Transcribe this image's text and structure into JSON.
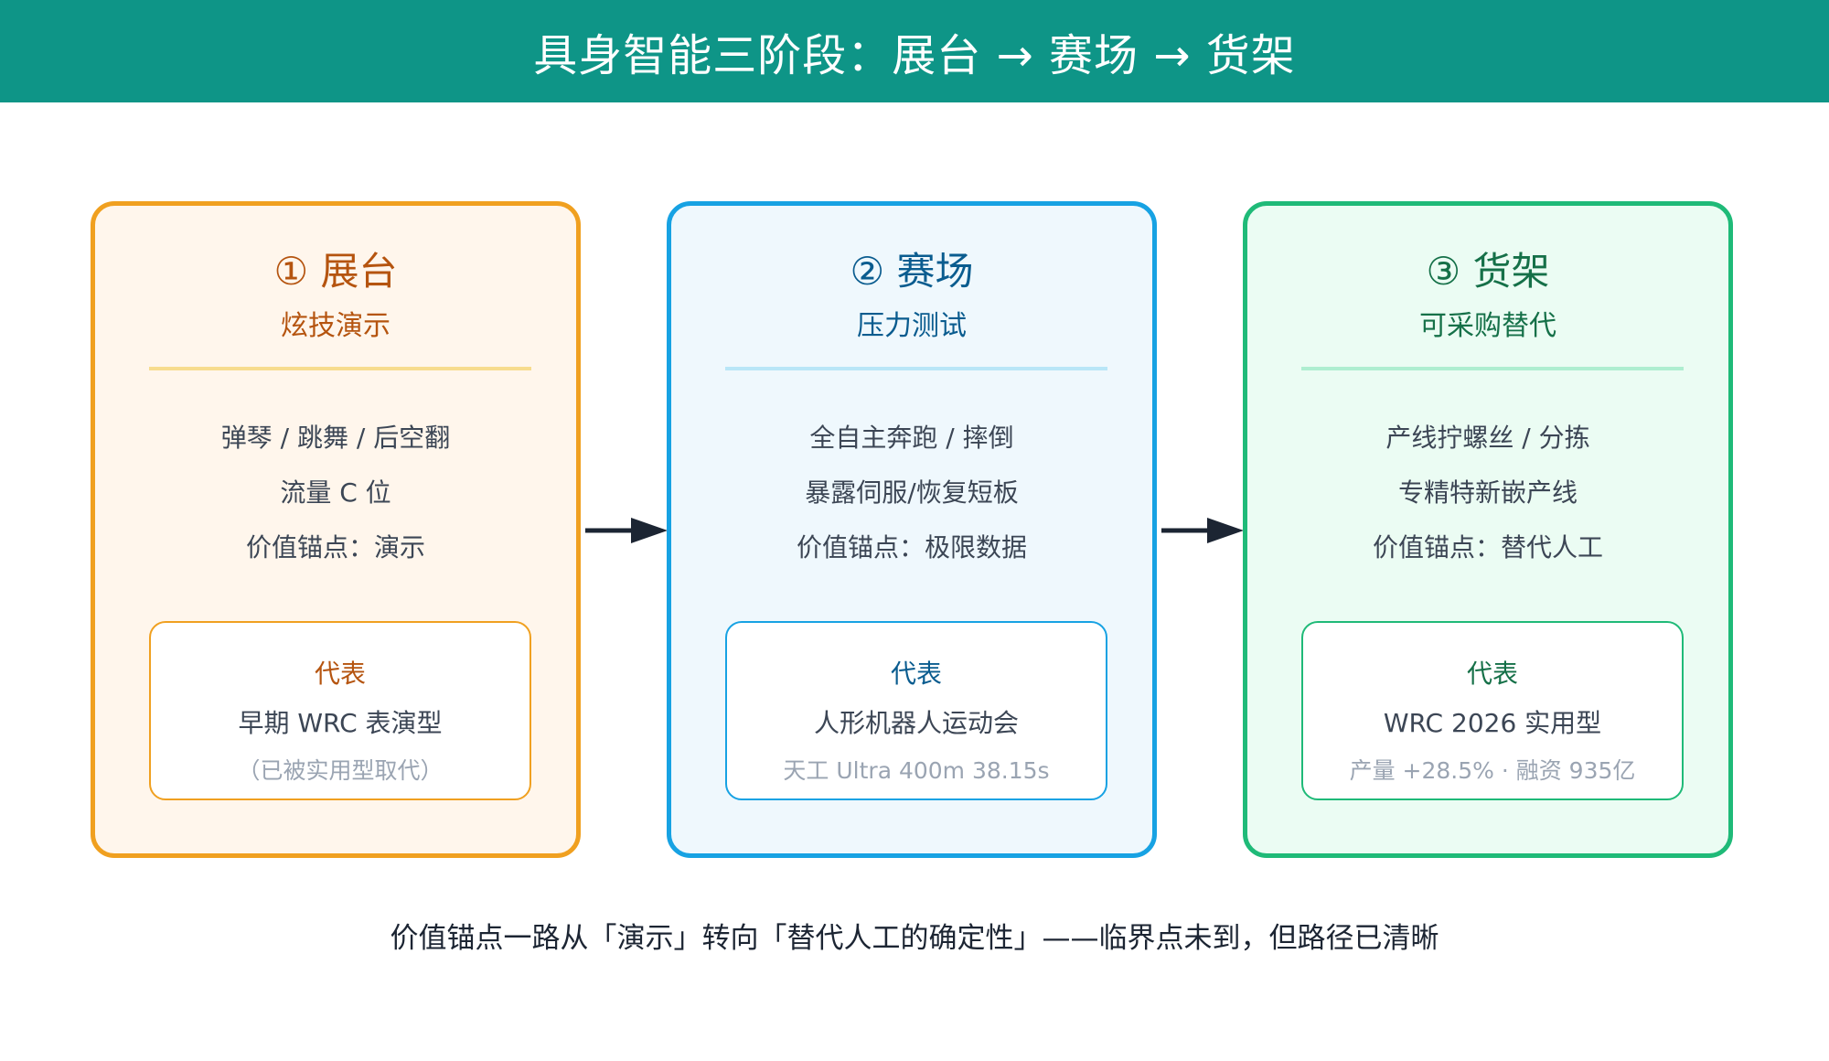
{
  "header": {
    "title": "具身智能三阶段：展台 → 赛场 → 货架"
  },
  "colors": {
    "header_bg": "#0e9587",
    "stage1_accent": "#f0a020",
    "stage2_accent": "#17a2e3",
    "stage3_accent": "#1fba78",
    "arrow": "#1c2533"
  },
  "stages": [
    {
      "title": "① 展台",
      "subtitle": "炫技演示",
      "bullets": [
        "弹琴 / 跳舞 / 后空翻",
        "流量 C 位",
        "价值锚点：演示"
      ],
      "representative": {
        "label": "代表",
        "name": "早期 WRC 表演型",
        "note": "（已被实用型取代）"
      }
    },
    {
      "title": "② 赛场",
      "subtitle": "压力测试",
      "bullets": [
        "全自主奔跑 / 摔倒",
        "暴露伺服/恢复短板",
        "价值锚点：极限数据"
      ],
      "representative": {
        "label": "代表",
        "name": "人形机器人运动会",
        "note": "天工 Ultra 400m 38.15s"
      }
    },
    {
      "title": "③ 货架",
      "subtitle": "可采购替代",
      "bullets": [
        "产线拧螺丝 / 分拣",
        "专精特新嵌产线",
        "价值锚点：替代人工"
      ],
      "representative": {
        "label": "代表",
        "name": "WRC 2026 实用型",
        "note": "产量 +28.5% · 融资 935亿"
      }
    }
  ],
  "footer": {
    "text": "价值锚点一路从「演示」转向「替代人工的确定性」——临界点未到，但路径已清晰"
  }
}
